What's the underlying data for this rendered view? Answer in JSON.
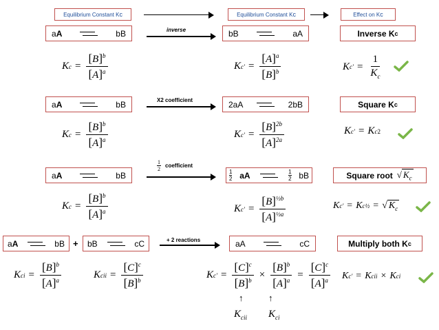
{
  "headers": {
    "equilibrium": "Equilibrium Constant K",
    "equilibrium_sub": "c",
    "new_constant": "Equilibrium Constant K",
    "new_sub": "c",
    "effect": "Effect on K",
    "effect_sub": "c"
  },
  "rows": [
    {
      "left": {
        "a": "a",
        "A": "A",
        "b": "bB"
      },
      "arrow_label": "inverse",
      "right": {
        "a": "bB",
        "b": "aA"
      },
      "effect": "Inverse K",
      "effect_sub": "c"
    },
    {
      "left": {
        "a": "a",
        "A": "A",
        "b": "bB"
      },
      "arrow_label": "X2 coefficient",
      "right": {
        "a": "2aA",
        "b": "2bB"
      },
      "effect": "Square K",
      "effect_sub": "c"
    },
    {
      "left": {
        "a": "a",
        "A": "A",
        "b": "bB"
      },
      "arrow_label": "coefficient",
      "arrow_label_frac_num": "1",
      "arrow_label_frac_den": "2",
      "right": {
        "a": "aA",
        "b": "bB"
      },
      "effect": "Square root",
      "effect_sub": "c"
    },
    {
      "left": {
        "a": "a",
        "A": "A",
        "b": "bB"
      },
      "left2": {
        "a": "bB",
        "b": "cC"
      },
      "arrow_label": "+ 2 reactions",
      "right": {
        "a": "aA",
        "b": "cC"
      },
      "effect": "Multiply both K",
      "effect_sub": "c"
    }
  ],
  "plus": "+",
  "marks": {
    "kcii": "K",
    "kcii_sub": "cii",
    "kci": "K",
    "kci_sub": "ci"
  },
  "colors": {
    "border": "#c0504d",
    "header_text": "#1f4e99",
    "check": "#7ab648"
  },
  "icons": [
    "equilibrium-arrow-icon",
    "checkmark-icon",
    "right-arrow-icon"
  ]
}
